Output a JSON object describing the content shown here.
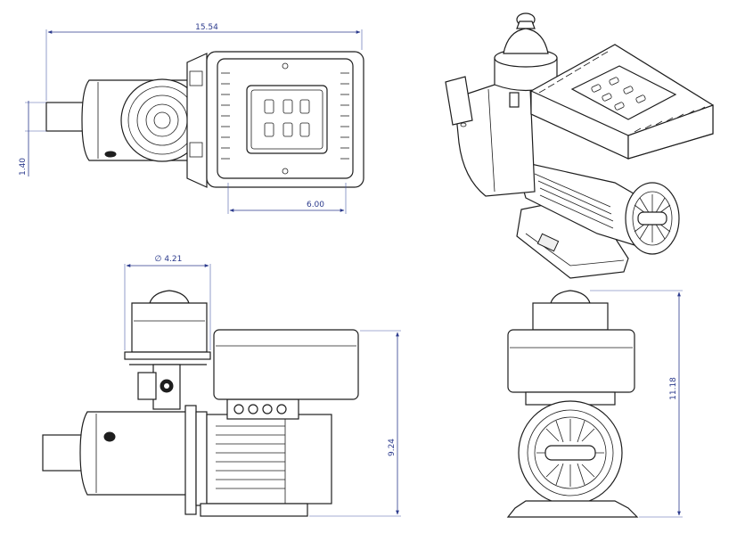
{
  "dimensions": {
    "top_length": "15.54",
    "top_motor_width": "6.00",
    "top_inlet": "1.40",
    "front_diameter": "∅ 4.21",
    "front_height": "9.24",
    "side_height": "11.18"
  },
  "colors": {
    "dimension": "#2b3a8c",
    "outline": "#1e1e1e"
  }
}
